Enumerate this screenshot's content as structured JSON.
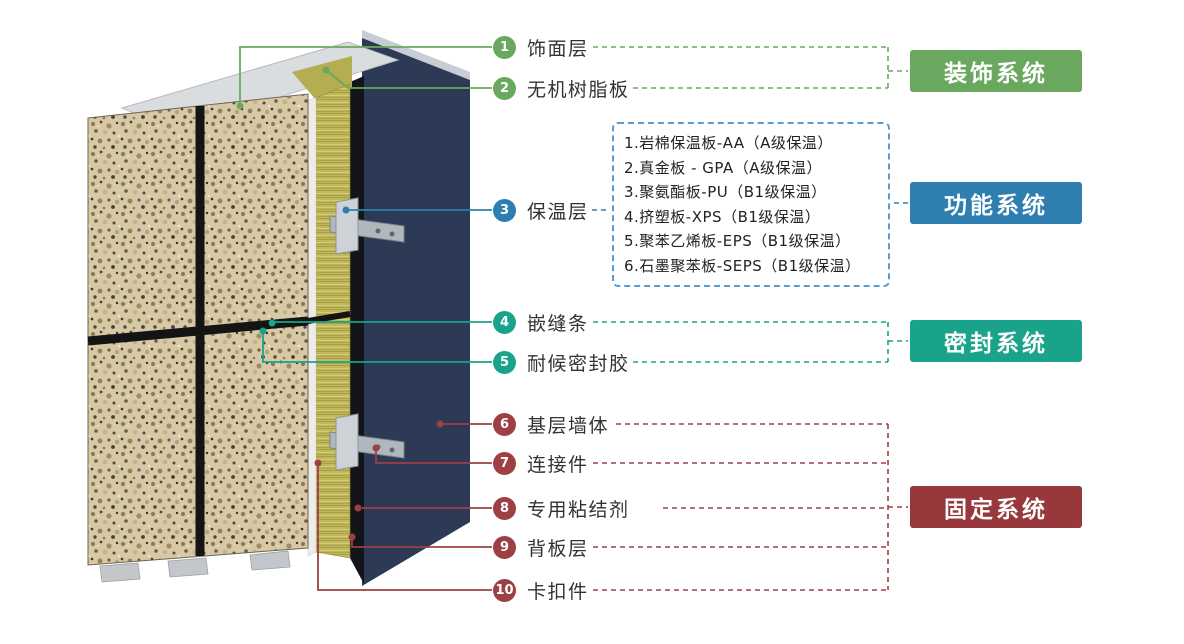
{
  "callouts": [
    {
      "num": "1",
      "label": "饰面层"
    },
    {
      "num": "2",
      "label": "无机树脂板"
    },
    {
      "num": "3",
      "label": "保温层"
    },
    {
      "num": "4",
      "label": "嵌缝条"
    },
    {
      "num": "5",
      "label": "耐候密封胶"
    },
    {
      "num": "6",
      "label": "基层墙体"
    },
    {
      "num": "7",
      "label": "连接件"
    },
    {
      "num": "8",
      "label": "专用粘结剂"
    },
    {
      "num": "9",
      "label": "背板层"
    },
    {
      "num": "10",
      "label": "卡扣件"
    }
  ],
  "insulation_options": [
    "1.岩棉保温板-AA（A级保温）",
    "2.真金板 - GPA（A级保温）",
    "3.聚氨酯板-PU（B1级保温）",
    "4.挤塑板-XPS（B1级保温）",
    "5.聚苯乙烯板-EPS（B1级保温）",
    "6.石墨聚苯板-SEPS（B1级保温）"
  ],
  "systems": [
    {
      "label": "装饰系统",
      "color": "#69a85e"
    },
    {
      "label": "功能系统",
      "color": "#2e7fb0"
    },
    {
      "label": "密封系统",
      "color": "#19a38a"
    },
    {
      "label": "固定系统",
      "color": "#97383c"
    }
  ],
  "colors": {
    "green": "#69a85e",
    "blue": "#2e7fb0",
    "teal": "#19a38a",
    "maroon": "#9c4043",
    "list_border": "#5a9bd4",
    "wall_navy": "#2d3a55",
    "insulation_yellow": "#c1b95c"
  }
}
